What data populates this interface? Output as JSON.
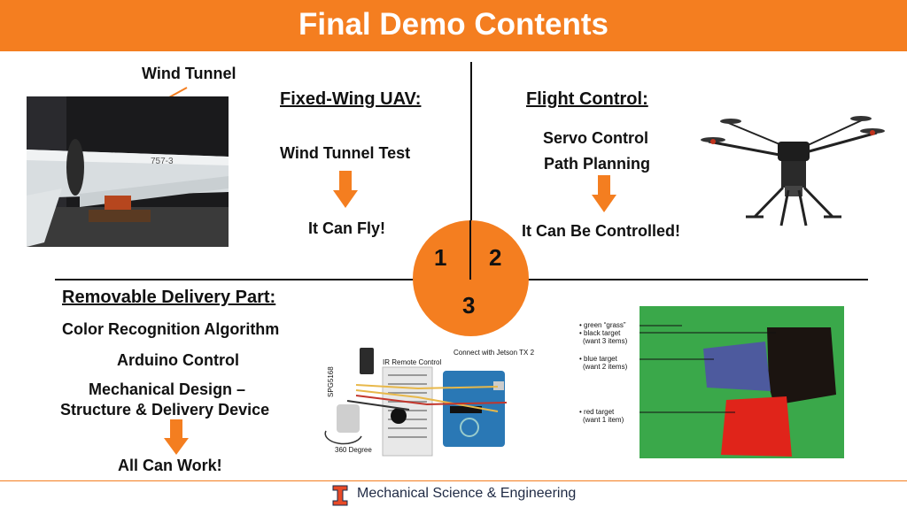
{
  "header": {
    "title": "Final Demo Contents"
  },
  "quadrant1": {
    "number": "1",
    "photo_label": "Wind Tunnel",
    "plane_text": "757-3",
    "heading": "Fixed-Wing UAV:",
    "step": "Wind Tunnel Test",
    "result": "It Can Fly!"
  },
  "quadrant2": {
    "number": "2",
    "heading": "Flight Control:",
    "step1": "Servo Control",
    "step2": "Path Planning",
    "result": "It Can Be Controlled!"
  },
  "quadrant3": {
    "number": "3",
    "heading": "Removable Delivery Part:",
    "item1": "Color Recognition Algorithm",
    "item2": "Arduino Control",
    "item3_line1": "Mechanical Design –",
    "item3_line2": "Structure & Delivery Device",
    "result": "All Can Work!"
  },
  "circuit": {
    "ir_label": "IR Remote Control",
    "jetson_label": "Connect with Jetson TX 2",
    "servo_label": "SPG5168",
    "degree_label": "360 Degree"
  },
  "targets": {
    "green": "• green “grass”",
    "black": "• black target",
    "black_want": "(want 3 items)",
    "blue": "• blue target",
    "blue_want": "(want 2 items)",
    "red": "• red target",
    "red_want": "(want 1 item)"
  },
  "footer": {
    "text": "Mechanical Science & Engineering",
    "logo": "illinois-block-i-logo"
  },
  "colors": {
    "accent": "#f47e20",
    "navy": "#1f2a44"
  }
}
